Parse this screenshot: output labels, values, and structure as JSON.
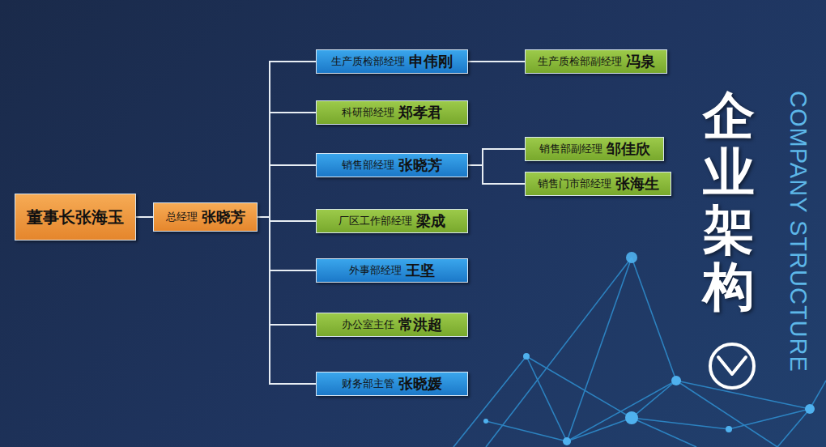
{
  "diagram": {
    "title": "企业架构",
    "nodes": [
      {
        "text": [
          "董事长张海玉"
        ]
      },
      {
        "text": [
          "总经理",
          "张晓芳"
        ]
      },
      {
        "text": [
          "生产质检部经理",
          "申伟刚"
        ]
      },
      {
        "text": [
          "生产质检部副经理",
          "冯泉"
        ]
      },
      {
        "text": [
          "科研部经理",
          "郑孝君"
        ]
      },
      {
        "text": [
          "销售部经理",
          "张晓芳"
        ]
      },
      {
        "text": [
          "销售部副经理",
          "邹佳欣"
        ]
      },
      {
        "text": [
          "销售门市部经理",
          "张海生"
        ]
      },
      {
        "text": [
          "厂区工作部经理",
          "梁成"
        ]
      },
      {
        "text": [
          "外事部经理",
          "王坚"
        ]
      },
      {
        "text": [
          "办公室主任",
          "常洪超"
        ]
      },
      {
        "text": [
          "财务部主管",
          "张晓媛"
        ]
      }
    ],
    "edges": [
      {
        "from": 0,
        "to": 1,
        "arrow": "none"
      },
      {
        "from": 1,
        "to": 2,
        "arrow": "none"
      },
      {
        "from": 1,
        "to": 4,
        "arrow": "none"
      },
      {
        "from": 1,
        "to": 5,
        "arrow": "none"
      },
      {
        "from": 1,
        "to": 8,
        "arrow": "none"
      },
      {
        "from": 1,
        "to": 9,
        "arrow": "none"
      },
      {
        "from": 1,
        "to": 10,
        "arrow": "none"
      },
      {
        "from": 1,
        "to": 11,
        "arrow": "none"
      },
      {
        "from": 2,
        "to": 3,
        "arrow": "none"
      },
      {
        "from": 5,
        "to": 6,
        "arrow": "none"
      },
      {
        "from": 5,
        "to": 7,
        "arrow": "none"
      }
    ],
    "labels": [
      "COMPANY STRUCTURE"
    ]
  }
}
